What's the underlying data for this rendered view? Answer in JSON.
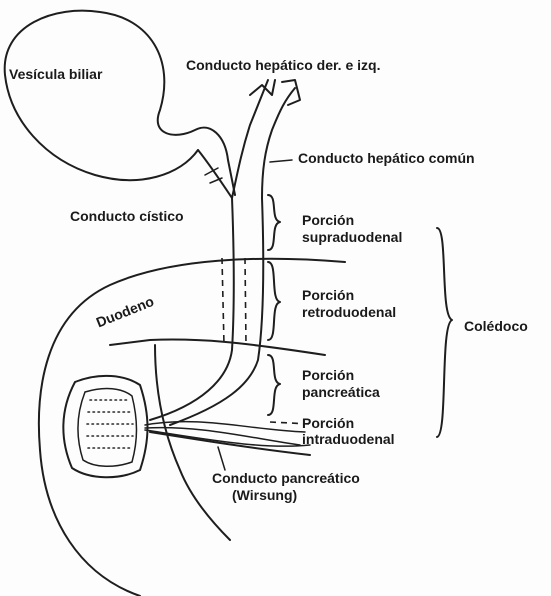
{
  "labels": {
    "vesicula": "Vesícula biliar",
    "hepatico_der_izq": "Conducto hepático der. e izq.",
    "hepatico_comun": "Conducto hepático común",
    "cistico": "Conducto cístico",
    "supraduodenal_1": "Porción",
    "supraduodenal_2": "supraduodenal",
    "retroduodenal_1": "Porción",
    "retroduodenal_2": "retroduodenal",
    "pancreatica_1": "Porción",
    "pancreatica_2": "pancreática",
    "intraduodenal_1": "Porción",
    "intraduodenal_2": "intraduodenal",
    "coledoco": "Colédoco",
    "duodeno": "Duodeno",
    "pancreatico_1": "Conducto pancreático",
    "pancreatico_2": "(Wirsung)"
  }
}
